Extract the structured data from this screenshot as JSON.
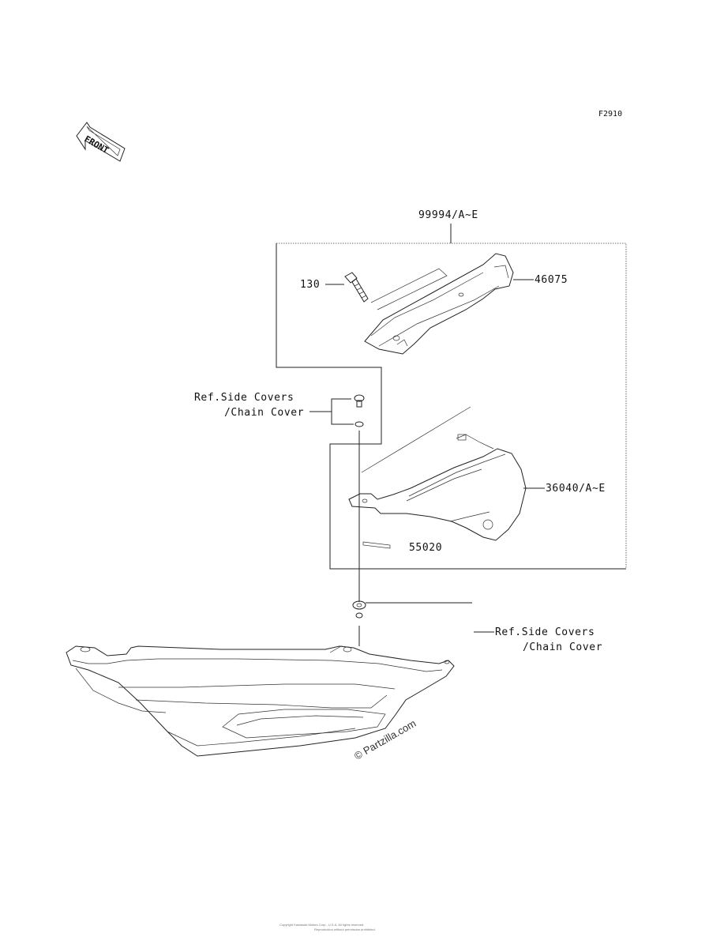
{
  "figure_code": "F2910",
  "front_marker": "FRONT",
  "callouts": {
    "kit": "99994/A~E",
    "bolt": "130",
    "bracket": "46075",
    "ref_top_line1": "Ref.Side Covers",
    "ref_top_line2": "/Chain Cover",
    "cover": "36040/A~E",
    "label_part": "55020",
    "ref_bottom_line1": "Ref.Side Covers",
    "ref_bottom_line2": "/Chain Cover"
  },
  "watermark": "© Partzilla.com",
  "footer": {
    "line1": "Copyright Kawasaki Motors Corp., U.S.A. All rights reserved.",
    "line2": "Reproduction without permission prohibited."
  }
}
